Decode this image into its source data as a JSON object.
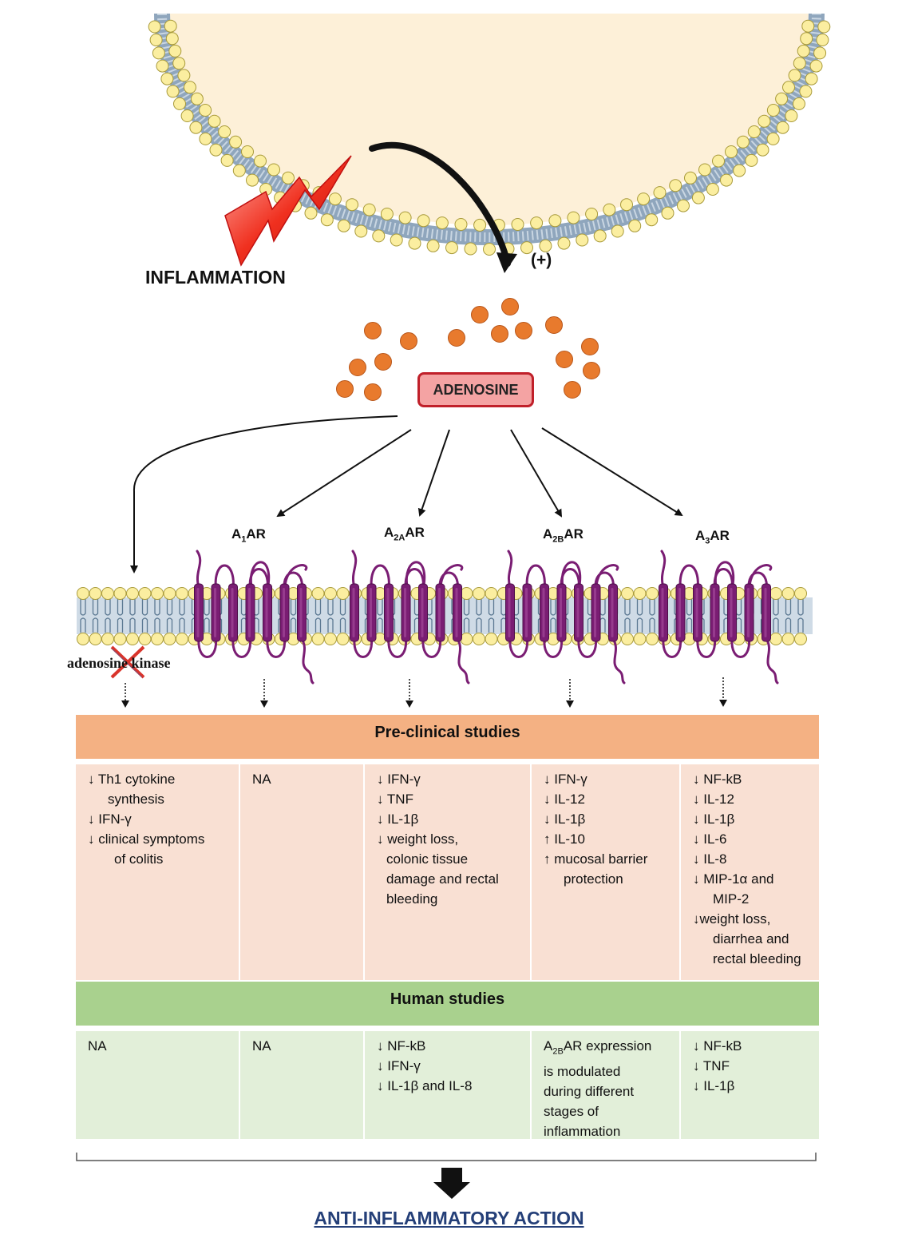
{
  "labels": {
    "inflammation": "INFLAMMATION",
    "stimulus": "(+)",
    "adenosine": "ADENOSINE",
    "kinase": "adenosine kinase",
    "final": "ANTI-INFLAMMATORY ACTION"
  },
  "receptors": [
    {
      "base": "A",
      "sub": "1",
      "suffix": "AR"
    },
    {
      "base": "A",
      "sub": "2A",
      "suffix": "AR"
    },
    {
      "base": "A",
      "sub": "2B",
      "suffix": "AR"
    },
    {
      "base": "A",
      "sub": "3",
      "suffix": "AR"
    }
  ],
  "preclinical": {
    "title": "Pre-clinical studies",
    "col1": [
      "↓ Th1 cytokine",
      "synthesis",
      "↓ IFN-γ",
      "↓ clinical symptoms",
      "of colitis"
    ],
    "col2": [
      "NA"
    ],
    "col3": [
      "↓ IFN-γ",
      "↓ TNF",
      "↓ IL-1β",
      "↓ weight loss,",
      "colonic tissue",
      "damage  and rectal",
      "bleeding"
    ],
    "col4": [
      "↓ IFN-γ",
      "↓ IL-12",
      "↓ IL-1β",
      "↑ IL-10",
      "↑ mucosal barrier",
      "protection"
    ],
    "col5": [
      "↓ NF-kB",
      "↓ IL-12",
      "↓ IL-1β",
      "↓ IL-6",
      "↓ IL-8",
      "↓ MIP-1α and",
      "MIP-2",
      "↓weight loss,",
      "diarrhea and",
      "rectal bleeding"
    ]
  },
  "human": {
    "title": "Human studies",
    "col1": [
      "NA"
    ],
    "col2": [
      "NA"
    ],
    "col3": [
      "↓ NF-kB",
      "↓ IFN-γ",
      "↓ IL-1β and IL-8"
    ],
    "col4_first": {
      "base": "A",
      "sub": "2B",
      "suffix": "AR expression"
    },
    "col4": [
      "is modulated",
      "during different",
      "stages of",
      "inflammation"
    ],
    "col5": [
      "↓ NF-kB",
      "↓ TNF",
      "↓ IL-1β"
    ]
  },
  "colors": {
    "cell_interior": "#fdf0d8",
    "lipid_head": "#fbeea0",
    "protein": "#7a1d73",
    "adenosine_dot": "#e87a2d",
    "lightning": "#e8251b",
    "preclinical_header": "#f4b183",
    "preclinical_cell": "#f9e0d3",
    "human_header": "#a9d18e",
    "human_cell": "#e2efd9",
    "final_text": "#243f78"
  }
}
